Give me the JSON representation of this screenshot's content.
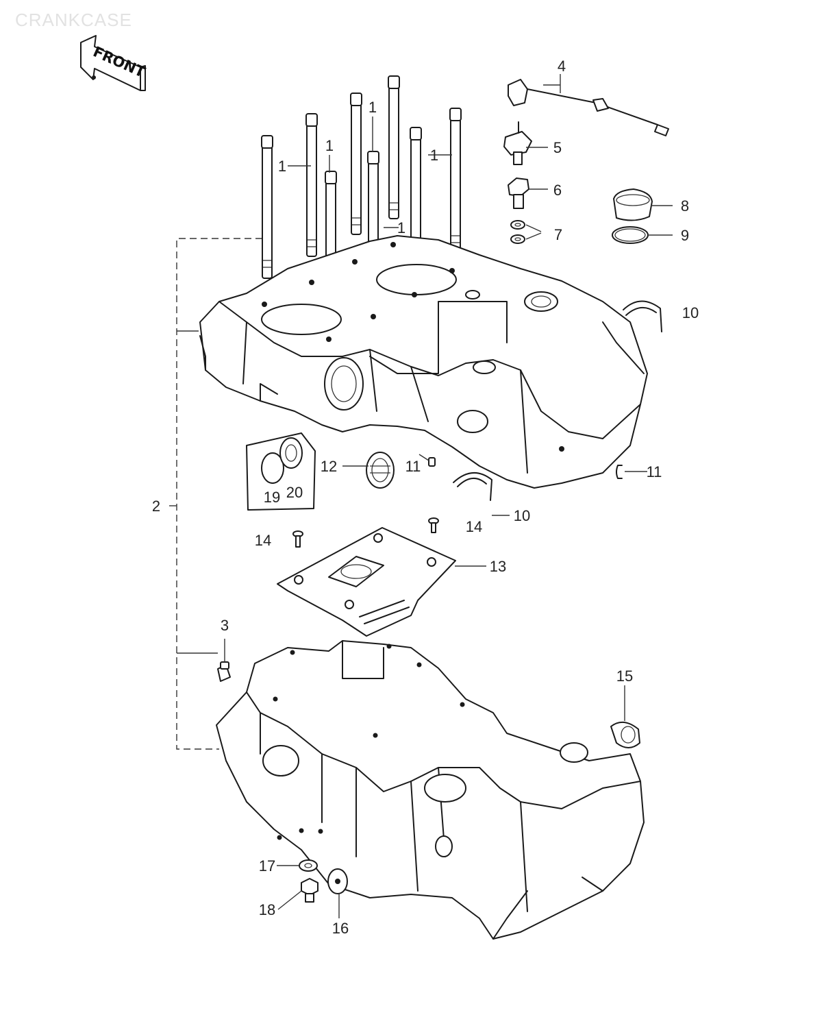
{
  "title": "CRANKCASE",
  "front_label": "FRONT",
  "callouts": {
    "c1": "1",
    "c1b": "1",
    "c1c": "1",
    "c1d": "1",
    "c1e": "1",
    "c2": "2",
    "c3": "3",
    "c4": "4",
    "c5": "5",
    "c6": "6",
    "c7": "7",
    "c8": "8",
    "c9": "9",
    "c10a": "10",
    "c10b": "10",
    "c11a": "11",
    "c11b": "11",
    "c12": "12",
    "c13": "13",
    "c14a": "14",
    "c14b": "14",
    "c15": "15",
    "c16": "16",
    "c17": "17",
    "c18": "18",
    "c19": "19",
    "c20": "20"
  }
}
